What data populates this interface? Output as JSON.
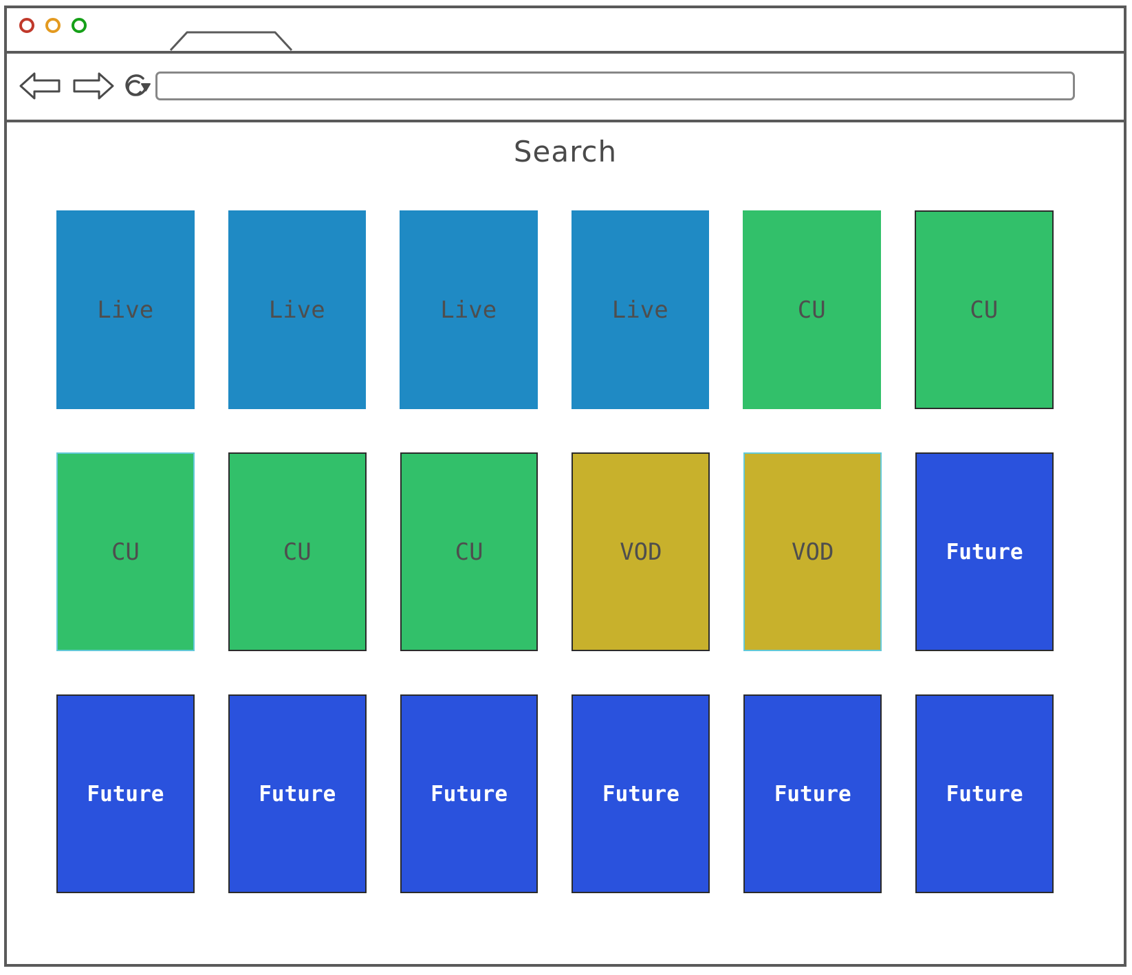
{
  "window": {
    "traffic_lights": [
      {
        "name": "close",
        "color": "#c0392b"
      },
      {
        "name": "minimize",
        "color": "#e39a20"
      },
      {
        "name": "maximize",
        "color": "#16a018"
      }
    ],
    "tab": {
      "label": ""
    }
  },
  "nav": {
    "back_icon": "back-arrow-icon",
    "forward_icon": "forward-arrow-icon",
    "reload_icon": "reload-icon",
    "url": {
      "value": "",
      "placeholder": ""
    }
  },
  "page": {
    "title": "Search"
  },
  "colors": {
    "live": "#1f8ac4",
    "cu": "#32c06a",
    "vod": "#c8b12c",
    "future": "#2a52dd",
    "text_dark": "#4e4e4e",
    "text_light": "#ffffff",
    "frame": "#5a5a5a"
  },
  "grid": {
    "columns": 6,
    "rows": [
      {
        "row_index": 1,
        "cards": [
          {
            "label": "Live",
            "type": "live",
            "border": "none"
          },
          {
            "label": "Live",
            "type": "live",
            "border": "none"
          },
          {
            "label": "Live",
            "type": "live",
            "border": "none"
          },
          {
            "label": "Live",
            "type": "live",
            "border": "none"
          },
          {
            "label": "CU",
            "type": "cu",
            "border": "none"
          },
          {
            "label": "CU",
            "type": "cu",
            "border": "sketch"
          }
        ]
      },
      {
        "row_index": 2,
        "cards": [
          {
            "label": "CU",
            "type": "cu",
            "border": "tint"
          },
          {
            "label": "CU",
            "type": "cu",
            "border": "sketch"
          },
          {
            "label": "CU",
            "type": "cu",
            "border": "sketch"
          },
          {
            "label": "VOD",
            "type": "vod",
            "border": "sketch"
          },
          {
            "label": "VOD",
            "type": "vod",
            "border": "tint"
          },
          {
            "label": "Future",
            "type": "future",
            "border": "sketch"
          }
        ]
      },
      {
        "row_index": 3,
        "cards": [
          {
            "label": "Future",
            "type": "future",
            "border": "sketch"
          },
          {
            "label": "Future",
            "type": "future",
            "border": "sketch"
          },
          {
            "label": "Future",
            "type": "future",
            "border": "sketch"
          },
          {
            "label": "Future",
            "type": "future",
            "border": "sketch"
          },
          {
            "label": "Future",
            "type": "future",
            "border": "sketch"
          },
          {
            "label": "Future",
            "type": "future",
            "border": "sketch"
          }
        ]
      }
    ]
  }
}
